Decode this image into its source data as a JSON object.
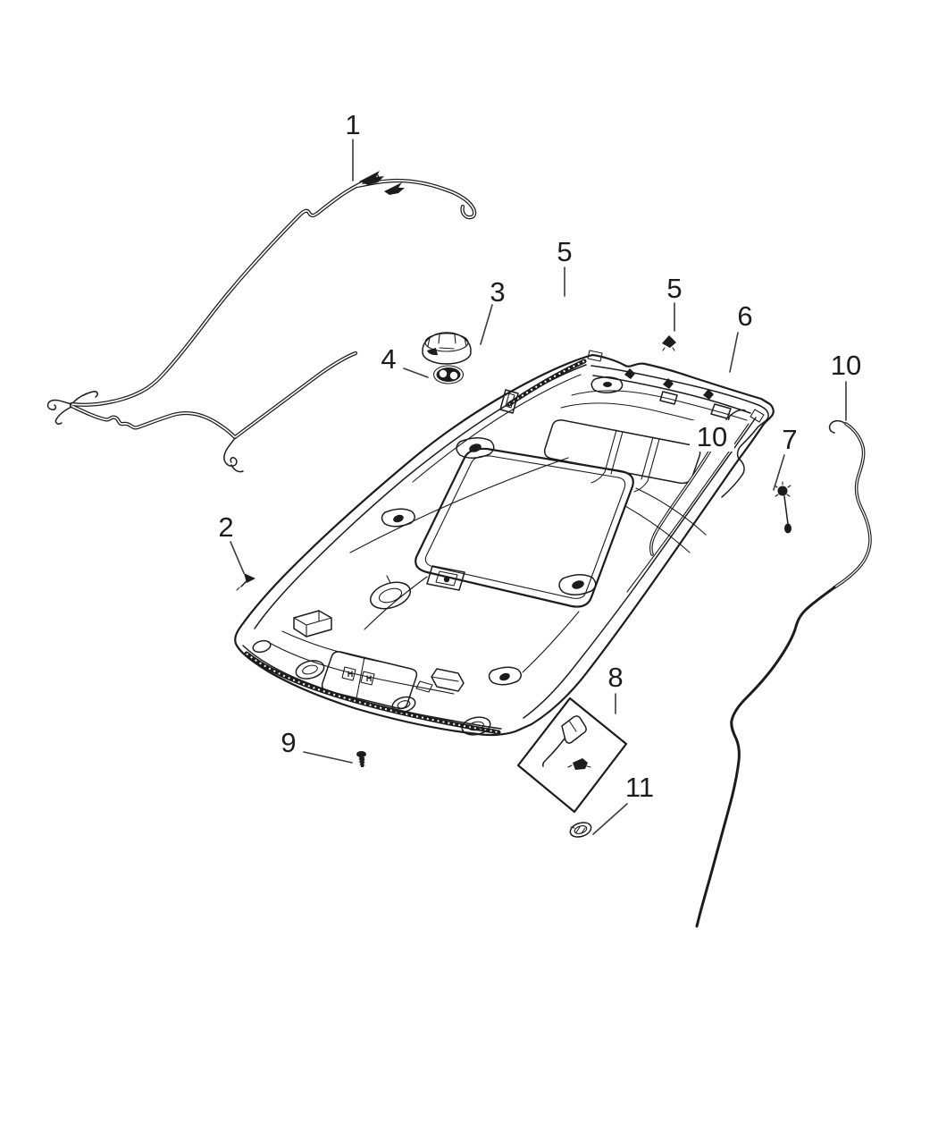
{
  "diagram": {
    "kind": "exploded-parts-line-diagram",
    "ink_color": "#1c1c1c",
    "background_color": "#ffffff",
    "callouts": [
      {
        "id": "1",
        "label": "1"
      },
      {
        "id": "2",
        "label": "2"
      },
      {
        "id": "3",
        "label": "3"
      },
      {
        "id": "4",
        "label": "4"
      },
      {
        "id": "5a",
        "label": "5"
      },
      {
        "id": "5b",
        "label": "5"
      },
      {
        "id": "6",
        "label": "6"
      },
      {
        "id": "7",
        "label": "7"
      },
      {
        "id": "8",
        "label": "8"
      },
      {
        "id": "9",
        "label": "9"
      },
      {
        "id": "10a",
        "label": "10"
      },
      {
        "id": "10b",
        "label": "10"
      },
      {
        "id": "11",
        "label": "11"
      }
    ],
    "panel_markings": {
      "left_switch": "H",
      "right_switch": "H"
    }
  }
}
